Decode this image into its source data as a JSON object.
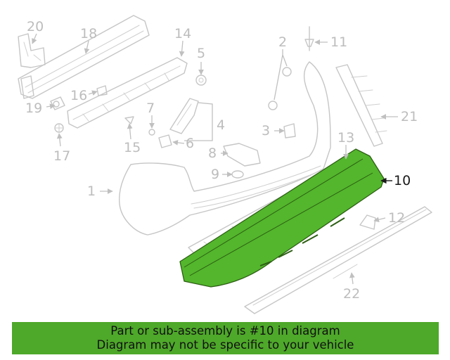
{
  "highlight_color": "#53b62c",
  "banner_color": "#4ea82a",
  "callouts": {
    "c1": "1",
    "c2": "2",
    "c3": "3",
    "c4": "4",
    "c5": "5",
    "c6": "6",
    "c7": "7",
    "c8": "8",
    "c9": "9",
    "c10": "10",
    "c11": "11",
    "c12": "12",
    "c13": "13",
    "c14": "14",
    "c15": "15",
    "c16": "16",
    "c17": "17",
    "c18": "18",
    "c19": "19",
    "c20": "20",
    "c21": "21",
    "c22": "22"
  },
  "banner": {
    "line1": "Part or sub-assembly is #10 in diagram",
    "line2": "Diagram may not be specific to your vehicle"
  }
}
